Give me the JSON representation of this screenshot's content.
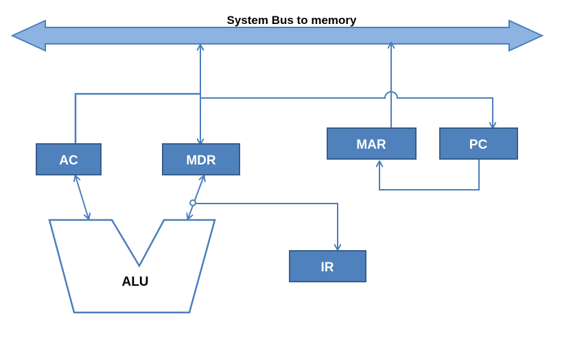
{
  "diagram": {
    "bus_label": "System Bus to memory",
    "components": {
      "ac": "AC",
      "mdr": "MDR",
      "mar": "MAR",
      "pc": "PC",
      "ir": "IR",
      "alu": "ALU"
    }
  },
  "colors": {
    "box_fill": "#4f81bd",
    "box_border": "#385d8a",
    "bus_fill": "#8db3e2",
    "bus_stroke": "#4a7ebb",
    "line": "#4a7ebb",
    "alu_stroke": "#4a7ebb"
  }
}
